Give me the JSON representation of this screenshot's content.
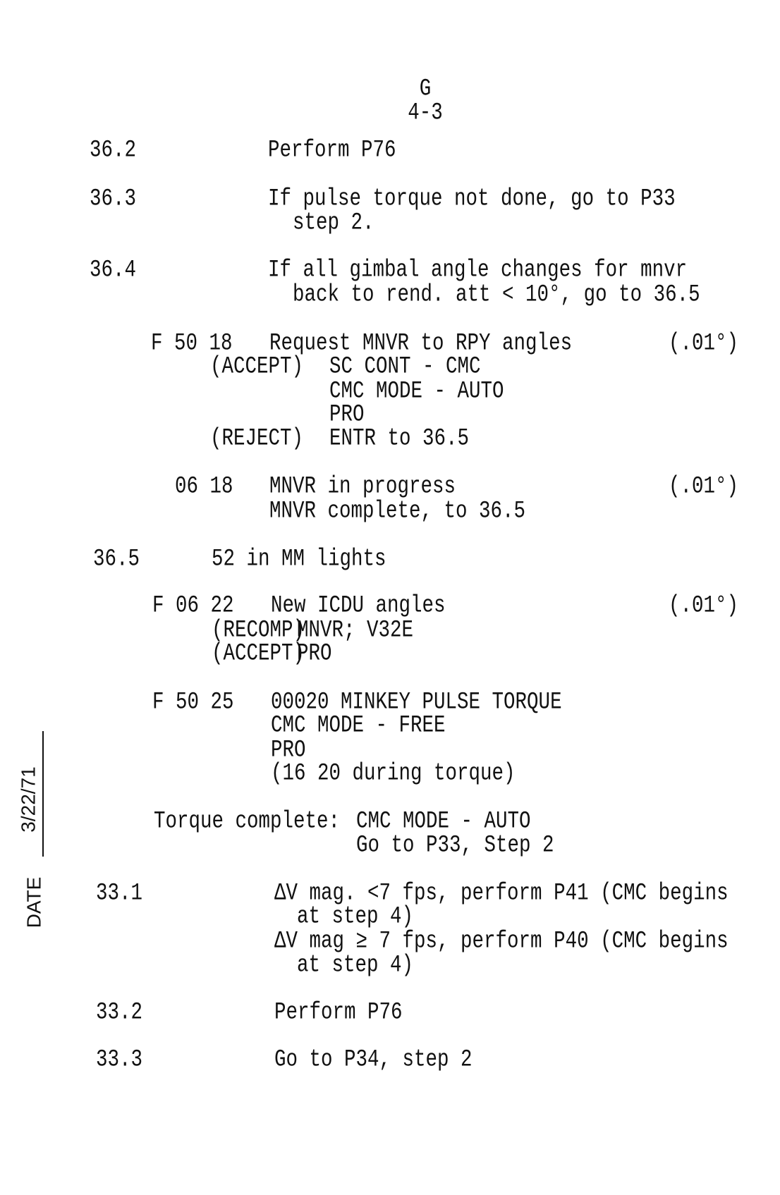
{
  "header": {
    "section": "G",
    "page": "4-3"
  },
  "margin": {
    "date_label": "DATE",
    "date_value": "3/22/71"
  },
  "lines": [
    [
      "36.2",
      "Perform P76"
    ],
    [
      "36.3",
      "If pulse torque not done, go to P33",
      "step 2."
    ],
    [
      "36.4",
      "If all gimbal angle changes for mnvr",
      "back to rend. att < 10°, go to 36.5"
    ],
    [
      "F 50 18",
      "Request MNVR to RPY angles",
      "(.01°)",
      "(ACCEPT)",
      "SC CONT - CMC",
      "CMC MODE - AUTO",
      "PRO",
      "(REJECT)",
      "ENTR to 36.5"
    ],
    [
      "06 18",
      "MNVR in progress",
      "(.01°)",
      "MNVR complete, to 36.5"
    ],
    [
      "36.5",
      "52 in MM lights"
    ],
    [
      "F 06 22",
      "New ICDU angles",
      "(.01°)",
      "(RECOMP)",
      "MNVR; V32E",
      "(ACCEPT)",
      "PRO"
    ],
    [
      "F 50 25",
      "00020 MINKEY PULSE TORQUE",
      "CMC MODE - FREE",
      "PRO",
      "(16 20 during torque)"
    ],
    [
      "Torque complete:",
      "CMC MODE - AUTO",
      "Go to P33, Step 2"
    ],
    [
      "33.1",
      "ΔV mag. <7 fps, perform P41 (CMC begins",
      "at step 4)",
      "ΔV mag ≥ 7 fps, perform P40 (CMC begins",
      "at step 4)"
    ],
    [
      "33.2",
      "Perform P76"
    ],
    [
      "33.3",
      "Go to P34, step 2"
    ]
  ]
}
